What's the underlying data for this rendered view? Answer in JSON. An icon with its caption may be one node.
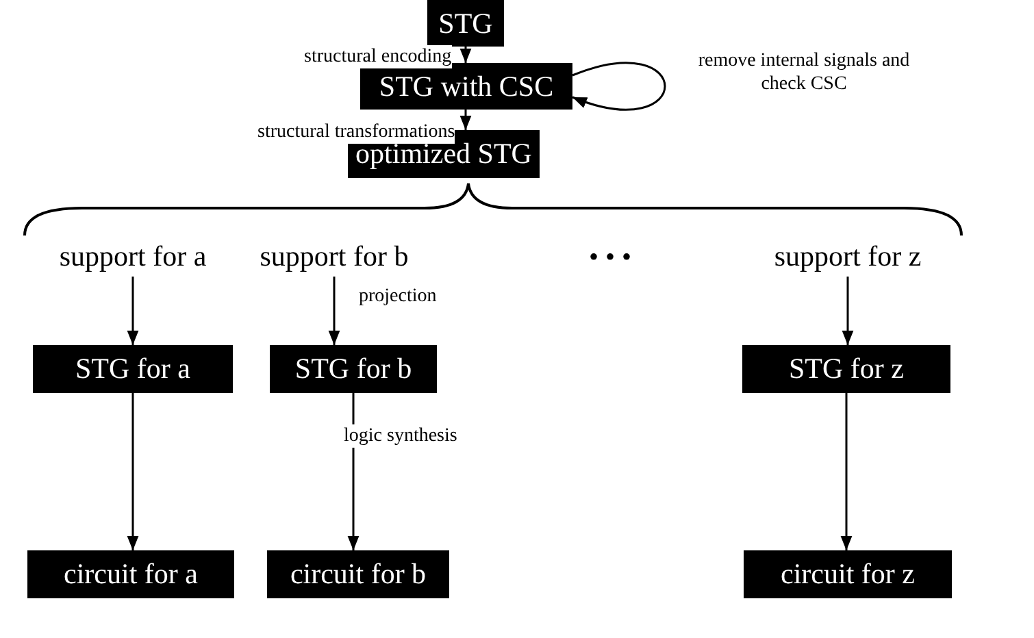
{
  "diagram": {
    "nodes": [
      {
        "text": [
          "STG"
        ]
      },
      {
        "text": [
          "STG with CSC"
        ]
      },
      {
        "text": [
          "optimized STG"
        ]
      },
      {
        "text": [
          "support for a"
        ]
      },
      {
        "text": [
          "support for b"
        ]
      },
      {
        "text": [
          "support for z"
        ]
      },
      {
        "text": [
          "STG for a"
        ]
      },
      {
        "text": [
          "STG for b"
        ]
      },
      {
        "text": [
          "STG for z"
        ]
      },
      {
        "text": [
          "circuit for a"
        ]
      },
      {
        "text": [
          "circuit for b"
        ]
      },
      {
        "text": [
          "circuit for z"
        ]
      }
    ],
    "edges": [
      {
        "from": 0,
        "to": 1,
        "arrow": "to",
        "label": "structural encoding"
      },
      {
        "from": 1,
        "to": 1,
        "arrow": "to",
        "label": "remove internal signals and check CSC"
      },
      {
        "from": 1,
        "to": 2,
        "arrow": "to",
        "label": "structural transformations"
      },
      {
        "from": 3,
        "to": 6,
        "arrow": "to"
      },
      {
        "from": 4,
        "to": 7,
        "arrow": "to",
        "label": "projection"
      },
      {
        "from": 5,
        "to": 8,
        "arrow": "to"
      },
      {
        "from": 6,
        "to": 9,
        "arrow": "to"
      },
      {
        "from": 7,
        "to": 10,
        "arrow": "to",
        "label": "logic synthesis"
      },
      {
        "from": 8,
        "to": 11,
        "arrow": "to"
      }
    ],
    "labels": [
      "• • •"
    ]
  }
}
